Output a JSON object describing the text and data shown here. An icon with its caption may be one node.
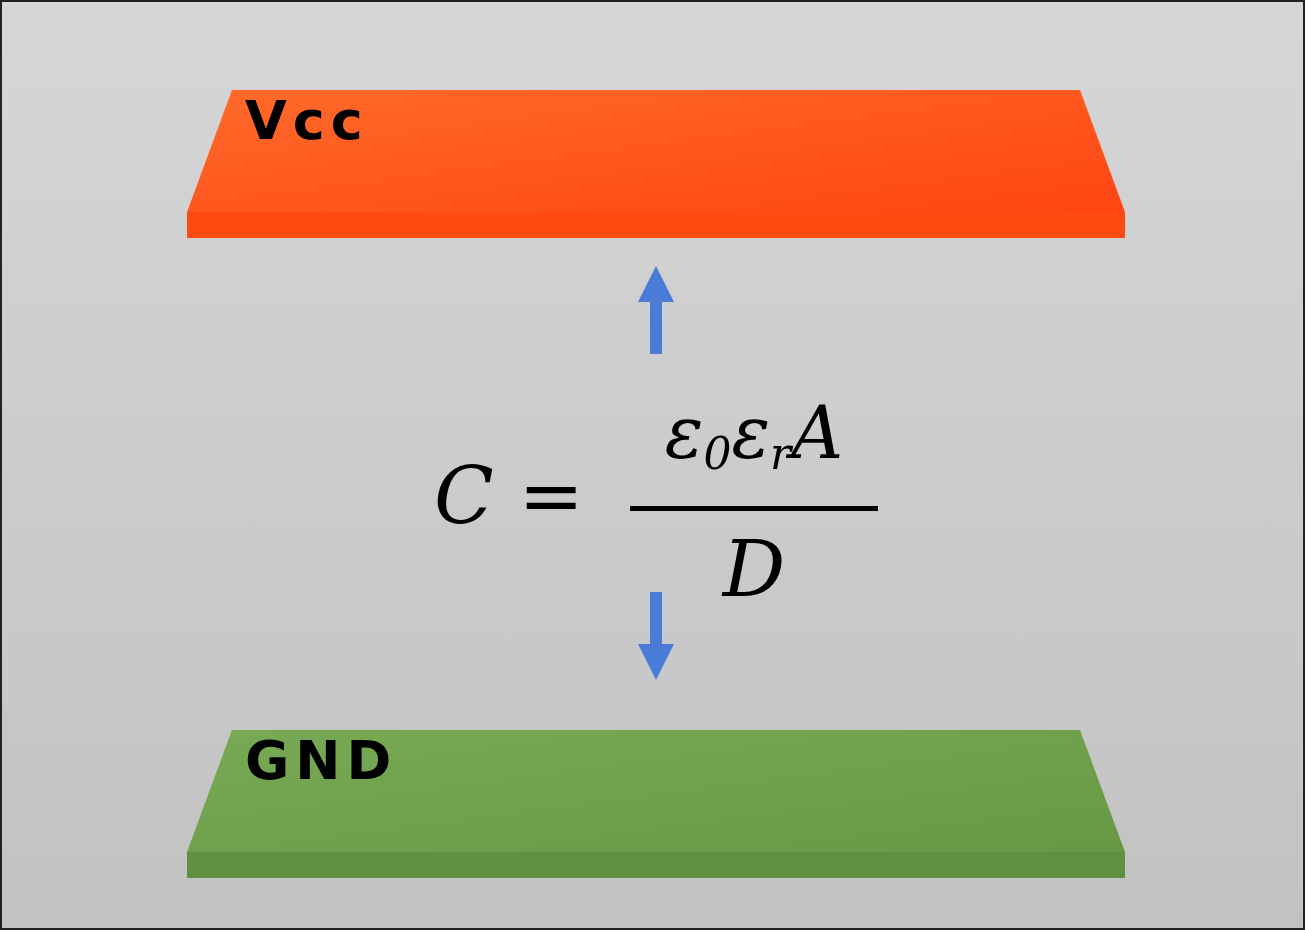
{
  "diagram": {
    "nodes": [
      {
        "text": [
          "Vcc"
        ]
      },
      {
        "text": [
          "GND"
        ]
      }
    ],
    "labels": [
      "C =",
      "ε$_{0}$ε$_{r}$A",
      "D"
    ]
  }
}
